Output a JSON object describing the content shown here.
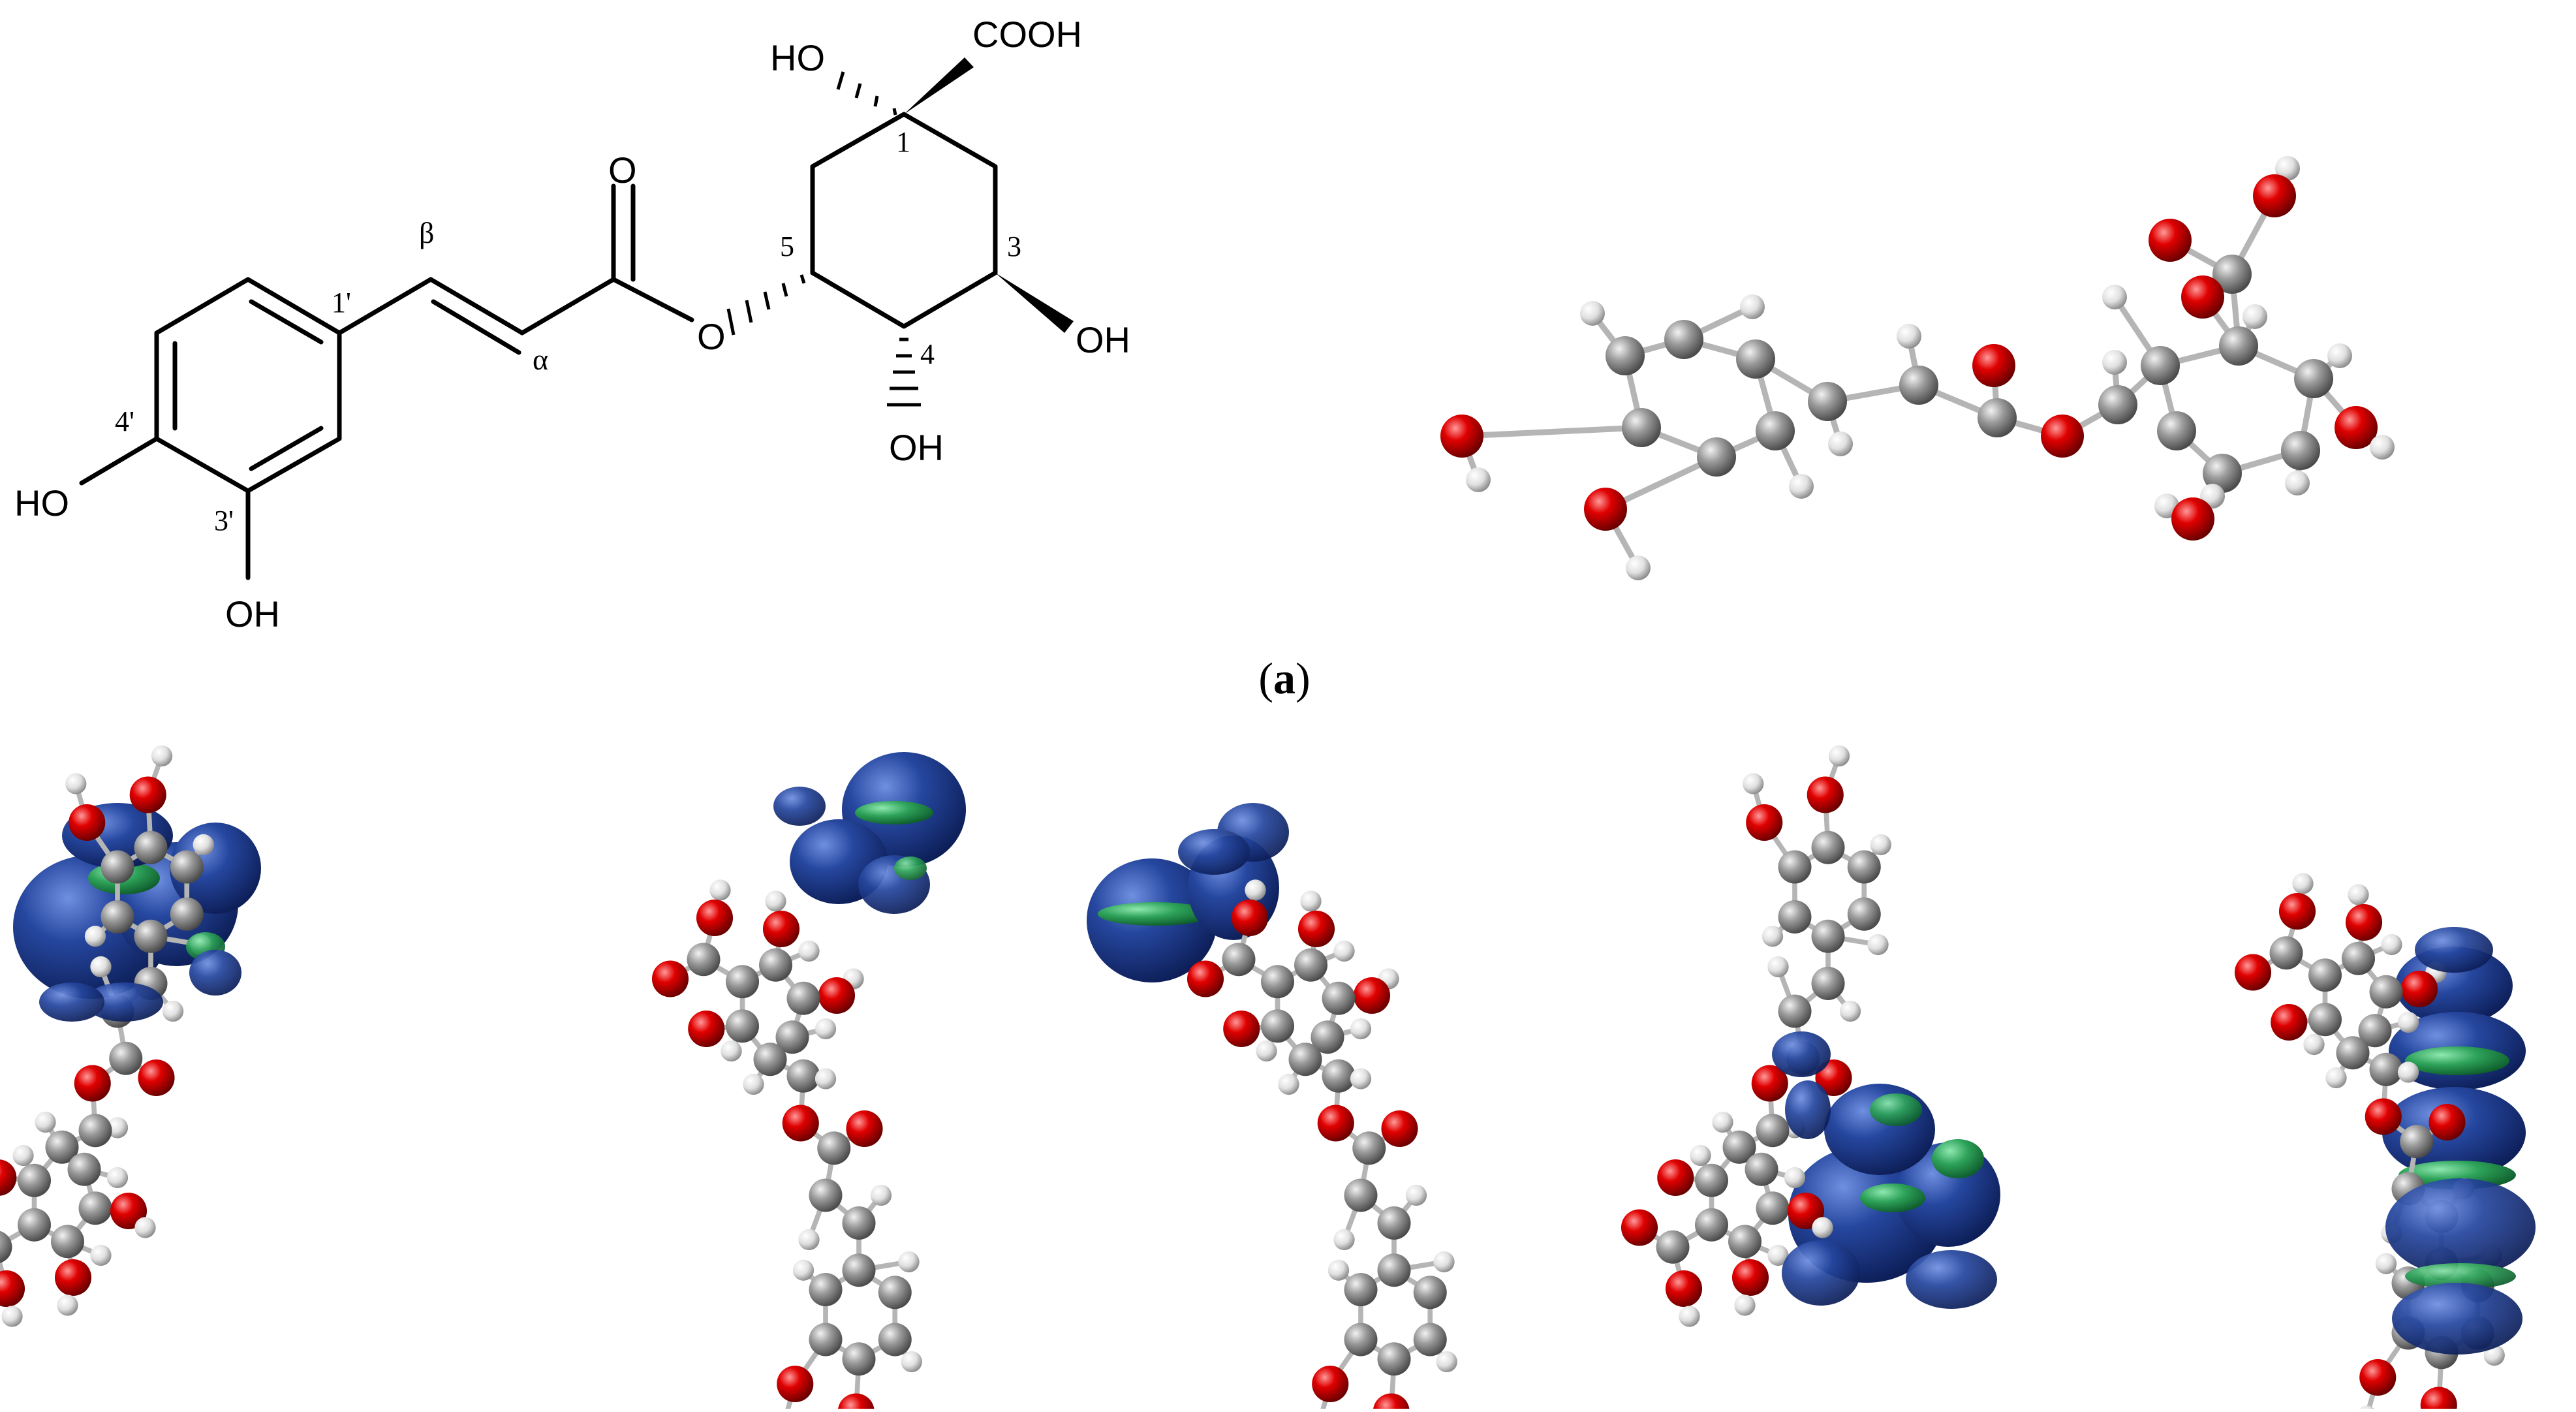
{
  "structure_labels": {
    "cooh": "COOH",
    "ho_top": "HO",
    "oh_c3": "OH",
    "oh_c4": "OH",
    "ho_left": "HO",
    "oh_bottom": "OH",
    "ester_o": "O",
    "carbonyl_o": "O",
    "num_1": "1",
    "num_3": "3",
    "num_4": "4",
    "num_5": "5",
    "num_1p": "1'",
    "num_3p": "3'",
    "num_4p": "4'",
    "alpha": "α",
    "beta": "β"
  },
  "caption": {
    "open": "(",
    "letter": "a",
    "close": ")"
  },
  "colors": {
    "carbon": "#8c8c8c",
    "oxygen": "#d40000",
    "hydrogen": "#e6e6e6",
    "orbital_blue": "#1a3a96",
    "orbital_green": "#1f9a4a",
    "bond": "#000000"
  }
}
